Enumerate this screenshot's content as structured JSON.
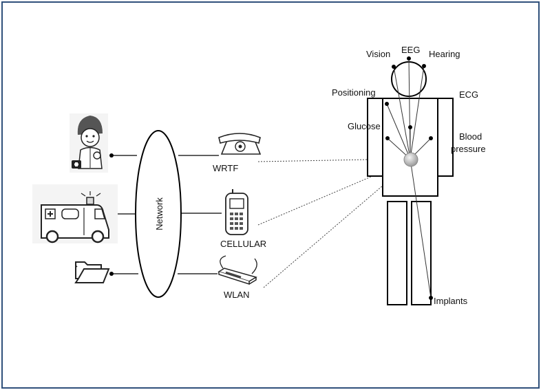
{
  "colors": {
    "frame_border": "#2e4f7a",
    "line": "#000000",
    "hub_fill": "#c9c9c9"
  },
  "network": {
    "label": "Network"
  },
  "endpoints": [
    {
      "icon": "doctor-icon"
    },
    {
      "icon": "ambulance-icon"
    },
    {
      "icon": "folders-icon"
    }
  ],
  "gateways": [
    {
      "icon": "telephone-icon",
      "label": "WRTF"
    },
    {
      "icon": "mobile-phone-icon",
      "label": "CELLULAR"
    },
    {
      "icon": "wireless-router-icon",
      "label": "WLAN"
    }
  ],
  "body_sensors": {
    "vision": "Vision",
    "eeg": "EEG",
    "hearing": "Hearing",
    "positioning": "Positioning",
    "ecg": "ECG",
    "glucose": "Glucose",
    "blood_pressure_line1": "Blood",
    "blood_pressure_line2": "pressure",
    "implants": "Implants"
  }
}
